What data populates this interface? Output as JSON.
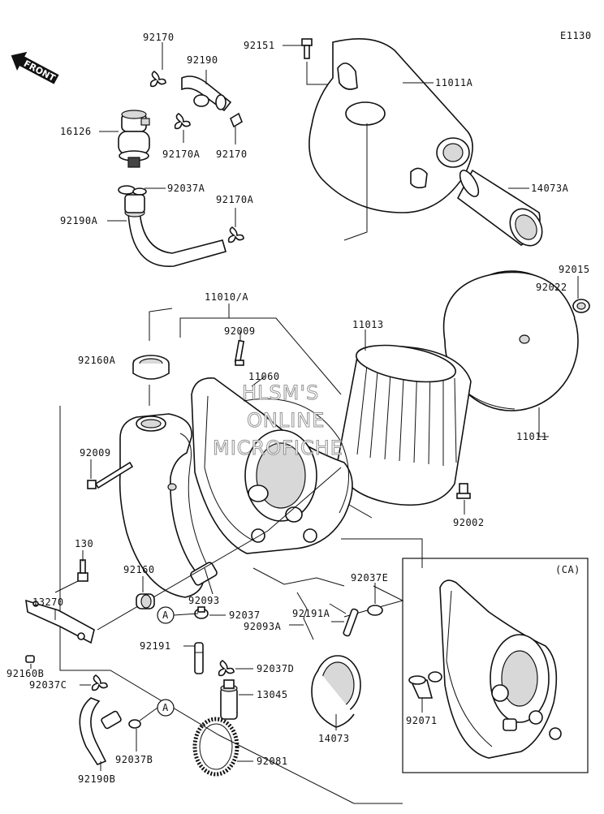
{
  "diagram_code": "E1130",
  "front_label": "FRONT",
  "ca_label": "(CA)",
  "ref_marker": "A",
  "watermark": [
    "HLSM'S",
    "ONLINE",
    "MICROFICHE"
  ],
  "parts": [
    {
      "id": "p92170a",
      "number": "92170"
    },
    {
      "id": "p92190",
      "number": "92190"
    },
    {
      "id": "p16126",
      "number": "16126"
    },
    {
      "id": "p92170A_a",
      "number": "92170A"
    },
    {
      "id": "p92170b",
      "number": "92170"
    },
    {
      "id": "p92037A",
      "number": "92037A"
    },
    {
      "id": "p92170A_b",
      "number": "92170A"
    },
    {
      "id": "p92190A",
      "number": "92190A"
    },
    {
      "id": "p92151",
      "number": "92151"
    },
    {
      "id": "p11011A",
      "number": "11011A"
    },
    {
      "id": "p14073A",
      "number": "14073A"
    },
    {
      "id": "p92015",
      "number": "92015"
    },
    {
      "id": "p92022",
      "number": "92022"
    },
    {
      "id": "p11010A",
      "number": "11010/A"
    },
    {
      "id": "p92009a",
      "number": "92009"
    },
    {
      "id": "p11013",
      "number": "11013"
    },
    {
      "id": "p92160A",
      "number": "92160A"
    },
    {
      "id": "p11060",
      "number": "11060"
    },
    {
      "id": "p11011",
      "number": "11011"
    },
    {
      "id": "p92009b",
      "number": "92009"
    },
    {
      "id": "p92002",
      "number": "92002"
    },
    {
      "id": "p130",
      "number": "130"
    },
    {
      "id": "p92160",
      "number": "92160"
    },
    {
      "id": "p13270",
      "number": "13270"
    },
    {
      "id": "p92093",
      "number": "92093"
    },
    {
      "id": "p92037",
      "number": "92037"
    },
    {
      "id": "p92037E",
      "number": "92037E"
    },
    {
      "id": "p92191A",
      "number": "92191A"
    },
    {
      "id": "p92093A",
      "number": "92093A"
    },
    {
      "id": "p92191",
      "number": "92191"
    },
    {
      "id": "p92037D",
      "number": "92037D"
    },
    {
      "id": "p92160B",
      "number": "92160B"
    },
    {
      "id": "p92037C",
      "number": "92037C"
    },
    {
      "id": "p13045",
      "number": "13045"
    },
    {
      "id": "p92071",
      "number": "92071"
    },
    {
      "id": "p14073",
      "number": "14073"
    },
    {
      "id": "p92037B",
      "number": "92037B"
    },
    {
      "id": "p92081",
      "number": "92081"
    },
    {
      "id": "p92190B",
      "number": "92190B"
    }
  ]
}
